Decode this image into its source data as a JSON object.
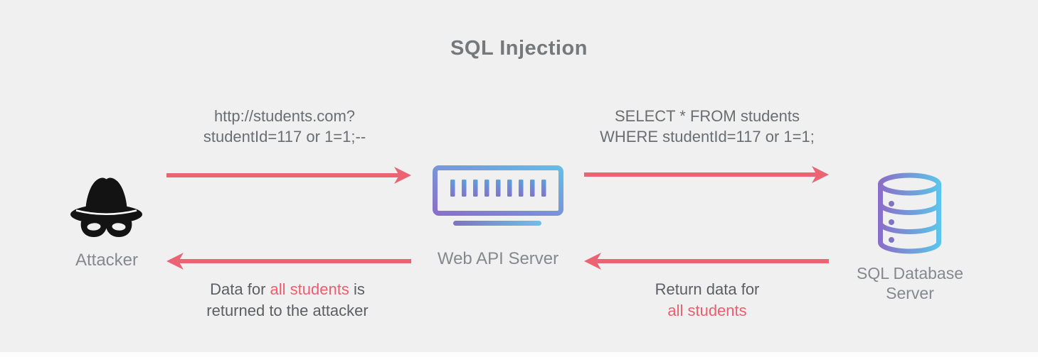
{
  "title": "SQL Injection",
  "palette": {
    "background": "#f0f0f1",
    "arrow_red": "#ec6374",
    "highlight_red": "#ee5d6e",
    "title_gray": "#77787a",
    "flow_text_gray": "#6b6d6f",
    "node_label_gray": "#86888b",
    "message_gray": "#5d5e60",
    "icon_black": "#131313",
    "gradient_purple": "#8a6fc8",
    "gradient_blue": "#5cc3e9",
    "bottom_strip_white": "#fdfdfd"
  },
  "nodes": {
    "attacker": {
      "label": "Attacker",
      "icon": "spy-icon"
    },
    "web_api_server": {
      "label": "Web API Server",
      "icon": "server-icon"
    },
    "sql_database_server": {
      "label_lines": [
        "SQL Database",
        "Server"
      ],
      "icon": "database-icon"
    }
  },
  "flows": {
    "request": {
      "line1": "http://students.com?",
      "line2": "studentId=117 or 1=1;--"
    },
    "query": {
      "line1": "SELECT * FROM students",
      "line2": "WHERE studentId=117 or 1=1;"
    },
    "db_response": {
      "line1": "Return data for",
      "line2": "all students"
    },
    "attacker_response": {
      "line1_prefix": "Data for ",
      "line1_highlight": "all students",
      "line1_suffix": " is",
      "line2": "returned to the attacker"
    }
  }
}
